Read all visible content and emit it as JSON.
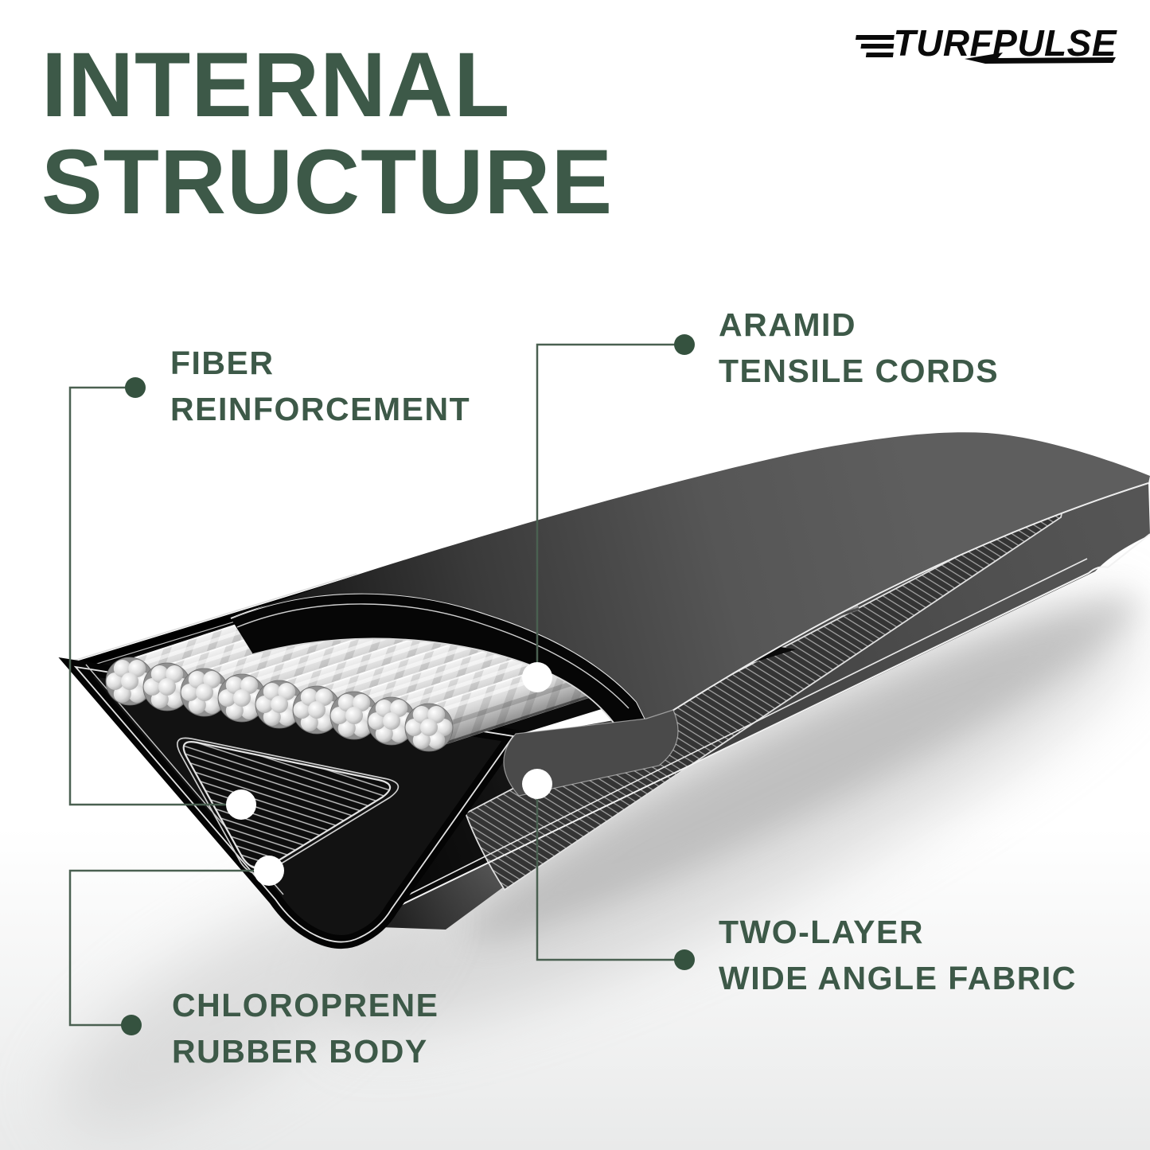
{
  "brand": {
    "logo_text": "TURFPULSE"
  },
  "title": {
    "line1": "INTERNAL",
    "line2": "STRUCTURE"
  },
  "callouts": {
    "fiber": {
      "line1": "FIBER",
      "line2": "REINFORCEMENT"
    },
    "aramid": {
      "line1": "ARAMID",
      "line2": "TENSILE CORDS"
    },
    "two_layer": {
      "line1": "TWO-LAYER",
      "line2": "WIDE ANGLE FABRIC"
    },
    "chloroprene": {
      "line1": "CHLOROPRENE",
      "line2": "RUBBER BODY"
    }
  },
  "colors": {
    "accent_green": "#3d5948",
    "callout_line": "#4a6051",
    "dot_green": "#35523f",
    "logo_black": "#0a0a0a",
    "belt_black": "#0d0d0d",
    "belt_gray": "#575757",
    "cord_light": "#e9e9e9",
    "background": "#ffffff"
  }
}
